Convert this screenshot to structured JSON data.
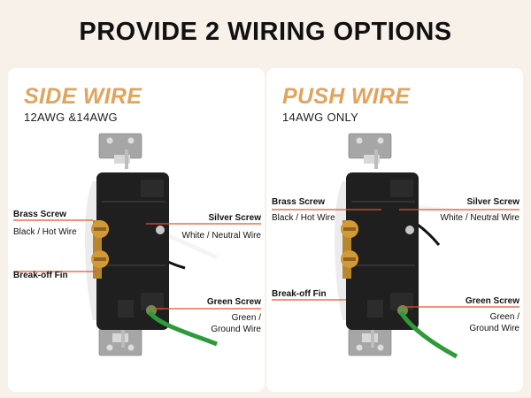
{
  "headline": "PROVIDE 2 WIRING OPTIONS",
  "panels": [
    {
      "title": "SIDE WIRE",
      "subtitle": "12AWG &14AWG",
      "labels": {
        "brass_screw": "Brass Screw",
        "brass_desc": "Black / Hot Wire",
        "breakoff_fin": "Break-off Fin",
        "silver_screw": "Silver Screw",
        "silver_desc": "White / Neutral Wire",
        "green_screw": "Green Screw",
        "green_desc_1": "Green /",
        "green_desc_2": "Ground Wire"
      }
    },
    {
      "title": "PUSH WIRE",
      "subtitle": "14AWG ONLY",
      "labels": {
        "brass_screw": "Brass Screw",
        "brass_desc": "Black / Hot Wire",
        "breakoff_fin": "Break-off Fin",
        "silver_screw": "Silver Screw",
        "silver_desc": "White / Neutral Wire",
        "green_screw": "Green Screw",
        "green_desc_1": "Green /",
        "green_desc_2": "Ground Wire"
      }
    }
  ],
  "colors": {
    "background": "#f7f1ea",
    "panel": "#ffffff",
    "title_accent": "#e0a45d",
    "callout_line": "#e0552b",
    "brass": "#c9902a",
    "ground_wire": "#2e9a3a",
    "device_body": "#1e1e1e",
    "strap": "#9a9a9a"
  }
}
